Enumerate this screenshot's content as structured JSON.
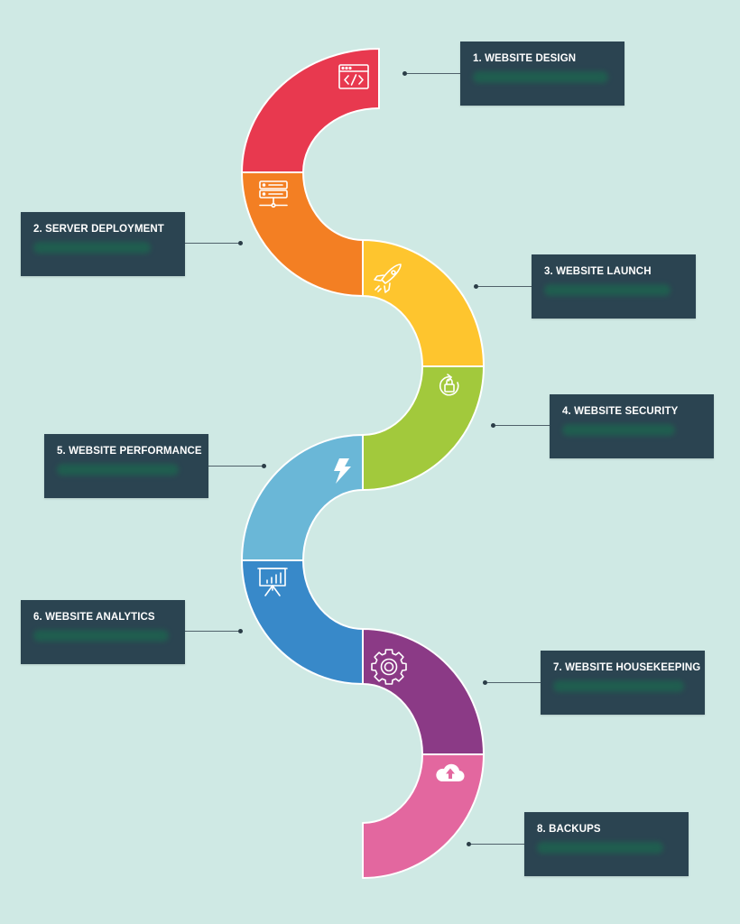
{
  "steps": [
    {
      "label": "1. WEBSITE DESIGN",
      "color": "#e8394f",
      "icon": "browser-code-icon"
    },
    {
      "label": "2. SERVER DEPLOYMENT",
      "color": "#f37f23",
      "icon": "server-icon"
    },
    {
      "label": "3. WEBSITE LAUNCH",
      "color": "#fec52e",
      "icon": "rocket-icon"
    },
    {
      "label": "4. WEBSITE SECURITY",
      "color": "#a2c93c",
      "icon": "lock-cycle-icon"
    },
    {
      "label": "5. WEBSITE PERFORMANCE",
      "color": "#6ab7d7",
      "icon": "lightning-icon"
    },
    {
      "label": "6. WEBSITE ANALYTICS",
      "color": "#3889c9",
      "icon": "presentation-chart-icon"
    },
    {
      "label": "7. WEBSITE HOUSEKEEPING",
      "color": "#8b3a86",
      "icon": "gear-icon"
    },
    {
      "label": "8. BACKUPS",
      "color": "#e3679f",
      "icon": "cloud-upload-icon"
    }
  ],
  "background_color": "#cfe9e4",
  "card_color": "#2b4451"
}
